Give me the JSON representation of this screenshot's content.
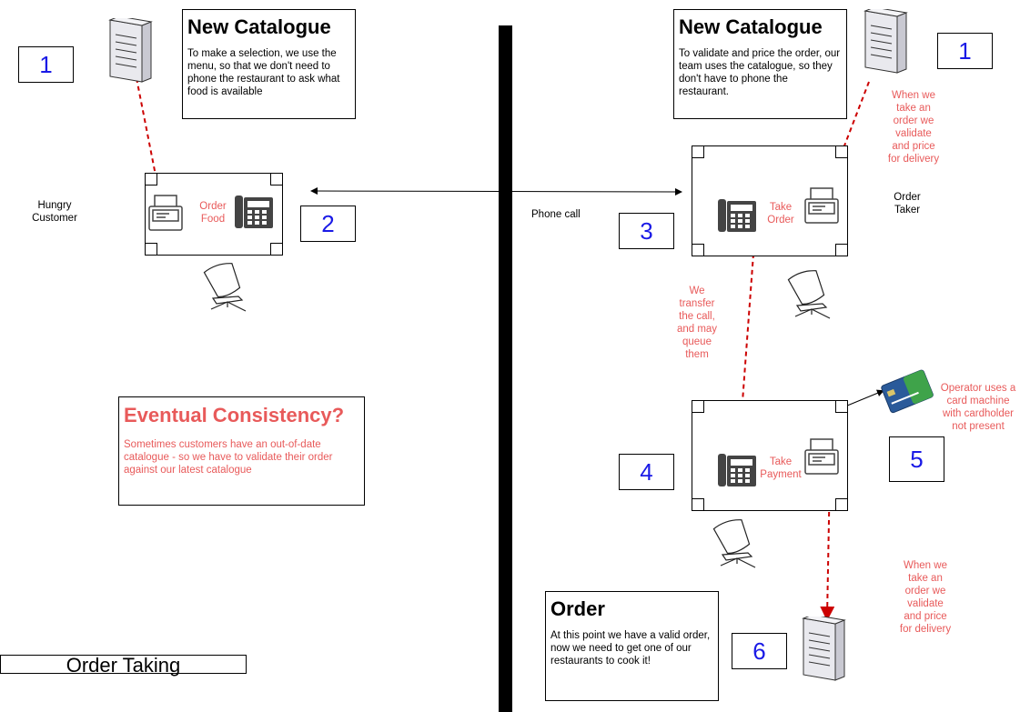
{
  "left": {
    "catalogue_card": {
      "title": "New Catalogue",
      "body": "To make a selection, we use the menu, so that we don't need to phone the restaurant to ask what food is available"
    },
    "step_1": "1",
    "step_2": "2",
    "customer_label": "Hungry Customer",
    "desk_label": "Order Food",
    "eventual_card": {
      "title": "Eventual Consistency?",
      "body": "Sometimes customers have an out-of-date catalogue - so we have to validate their order against our latest catalogue"
    },
    "footer_title": "Order Taking"
  },
  "connector": {
    "label": "Phone call"
  },
  "right": {
    "catalogue_card": {
      "title": "New Catalogue",
      "body": "To validate and price the order, our team uses the catalogue, so they don't have to phone the restaurant."
    },
    "step_1": "1",
    "step_3": "3",
    "step_4": "4",
    "step_5": "5",
    "step_6": "6",
    "note_validate_top": "When we take an order we validate and price for delivery",
    "order_taker_label": "Order Taker",
    "take_order_label": "Take Order",
    "transfer_note": "We transfer the call, and may queue them",
    "take_payment_label": "Take Payment",
    "card_note": "Operator uses a card machine with cardholder not present",
    "note_validate_bottom": "When we take an order we validate and price for delivery",
    "order_card": {
      "title": "Order",
      "body": "At this point we have a valid order, now we need to get one of our restaurants to cook it!"
    }
  },
  "colors": {
    "note_red": "#e85a5a",
    "step_blue": "#1a1ae6",
    "arrow_dashed": "#cc0000",
    "divider": "#000000"
  },
  "icons": [
    "document-icon",
    "fax-icon",
    "telephone-icon",
    "chair-icon",
    "credit-card-icon"
  ]
}
